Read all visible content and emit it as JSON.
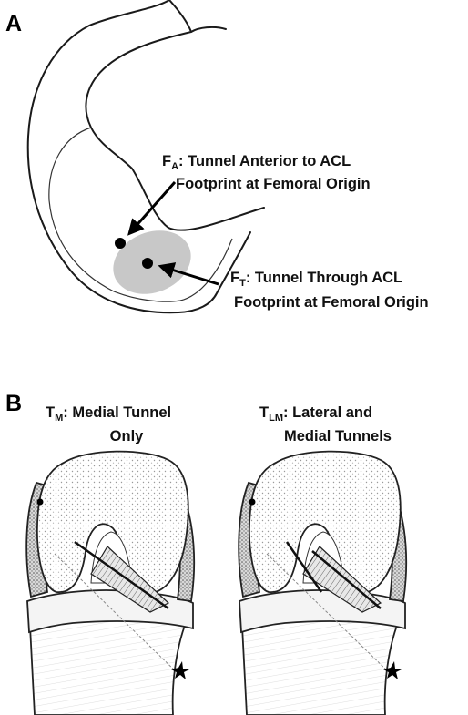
{
  "panel_a": {
    "letter": "A",
    "callout_anterior": {
      "symbol": "F",
      "subscript": "A",
      "line1_rest": ": Tunnel Anterior to ACL",
      "line2": "Footprint at  Femoral Origin"
    },
    "callout_through": {
      "symbol": "F",
      "subscript": "T",
      "line1_rest": ": Tunnel Through ACL",
      "line2": "Footprint at  Femoral Origin"
    },
    "colors": {
      "footprint_fill": "#c8c8c8",
      "line": "#1a1a1a"
    }
  },
  "panel_b": {
    "letter": "B",
    "left": {
      "symbol": "T",
      "subscript": "M",
      "line1_rest": ": Medial Tunnel",
      "line2": "Only"
    },
    "right": {
      "symbol": "T",
      "subscript": "LM",
      "line1_rest": ": Lateral and",
      "line2": "Medial Tunnels"
    }
  }
}
